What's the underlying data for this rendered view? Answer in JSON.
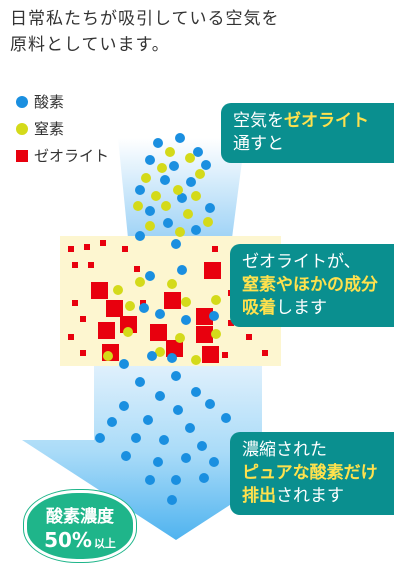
{
  "intro": {
    "line1": "日常私たちが吸引している空気を",
    "line2": "原料としています。"
  },
  "legend": [
    {
      "label": "酸素",
      "icon": "blue-circle",
      "color": "#1a8fe0"
    },
    {
      "label": "窒素",
      "icon": "yellow-circle",
      "color": "#d4da1a"
    },
    {
      "label": "ゼオライト",
      "icon": "red-square",
      "color": "#e8000e"
    }
  ],
  "callouts": {
    "c1": {
      "l1_pre": "空気を",
      "l1_hl": "ゼオライト",
      "l2": "通すと"
    },
    "c2": {
      "l1": "ゼオライトが、",
      "l2_hl": "窒素やほかの成分",
      "l3_hl": "吸着",
      "l3_post": "します"
    },
    "c3": {
      "l1": "濃縮された",
      "l2_hl": "ピュアな酸素だけ",
      "l3_hl": "排出",
      "l3_post": "されます"
    }
  },
  "badge": {
    "line1": "酸素濃度",
    "value": "50%",
    "suffix": "以上"
  },
  "colors": {
    "oxygen": "#1a8fe0",
    "nitrogen": "#d4da1a",
    "zeolite": "#e8000e",
    "zeolite_bed": "#fdf6d0",
    "callout": "#0a8f8f",
    "badge": "#1fb58a",
    "highlight": "#ffe14d"
  }
}
